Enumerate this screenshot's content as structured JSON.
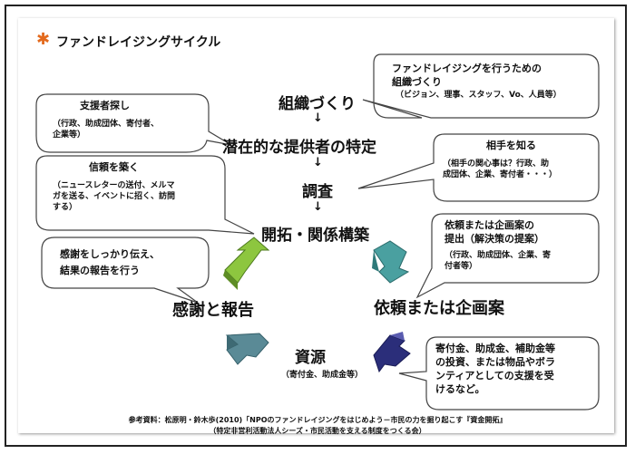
{
  "title": "ファンドレイジングサイクル",
  "title_marker": "✱",
  "cycle": {
    "step1": "組織づくり",
    "step2": "潜在的な提供者の特定",
    "step3": "調査",
    "step4": "開拓・関係構築",
    "step5": "依頼または企画案",
    "step6_main": "資源",
    "step6_sub": "（寄付金、助成金等）",
    "step7": "感謝と報告",
    "arrow": "↓"
  },
  "bubbles": {
    "org": {
      "line1": "ファンドレイジングを行うための",
      "line2": "組織づくり",
      "sub": "（ビジョン、理事、スタッフ、Vo、人員等）"
    },
    "supporter": {
      "heading": "支援者探し",
      "sub1": "（行政、助成団体、寄付者、",
      "sub2": "企業等）"
    },
    "trust": {
      "heading": "信頼を築く",
      "sub1": "（ニュースレターの送付、メルマ",
      "sub2": "ガを送る、イベントに招く、訪問",
      "sub3": "する）"
    },
    "know": {
      "heading": "相手を知る",
      "sub1": "（相手の関心事は？行政、助",
      "sub2": "成団体、企業、寄付者・・・）"
    },
    "request": {
      "line1": "依頼または企画案の",
      "line2": "提出（解決策の提案）",
      "sub1": "（行政、助成団体、企業、寄",
      "sub2": "付者等）"
    },
    "thanks": {
      "line1": "感謝をしっかり伝え、",
      "line2": "結果の報告を行う"
    },
    "resource": {
      "line1": "寄付金、助成金、補助金等",
      "line2": "の投資、または物品やボラ",
      "line3": "ンティアとしての支援を受",
      "line4": "けるなど。"
    }
  },
  "reference": {
    "line1": "参考資料：松原明・鈴木歩(2010)「NPOのファンドレイジングをはじめよう－市民の力を掘り起こす『資金開拓』",
    "line2": "（特定非営利活動法人シーズ・市民活動を支える制度をつくる会）"
  },
  "colors": {
    "marker": "#e36a1d",
    "arrow_green": "#8dc63f",
    "arrow_teal": "#4aa0a0",
    "arrow_navy": "#2b2e7a",
    "arrow_slate": "#5a8a96"
  },
  "icons": [
    "green-up-arrow-icon",
    "teal-down-arrow-icon",
    "slate-arrow-icon",
    "navy-arrow-icon"
  ]
}
